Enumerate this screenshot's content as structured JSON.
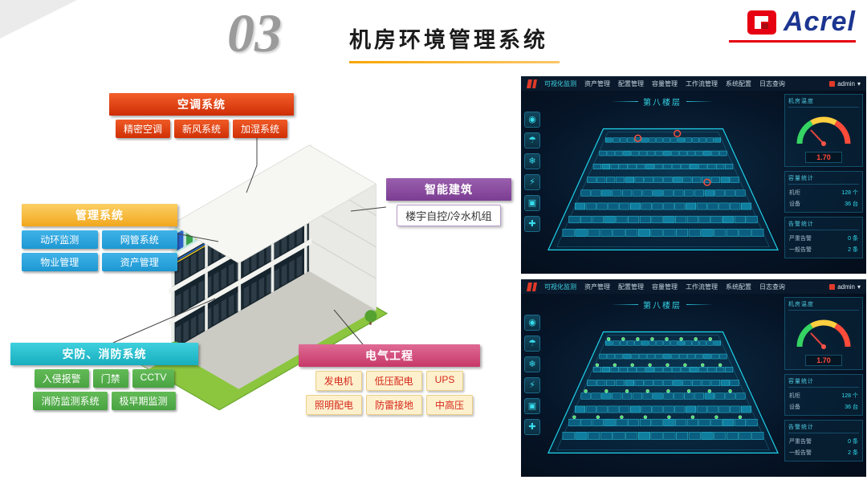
{
  "slide": {
    "section_number": "03",
    "title": "机房环境管理系统"
  },
  "logo": {
    "brand": "Acrel"
  },
  "callouts": {
    "hvac": {
      "title": "空调系统",
      "items": [
        "精密空调",
        "新风系统",
        "加湿系统"
      ]
    },
    "management": {
      "title": "管理系统",
      "items": [
        "动环监测",
        "网管系统",
        "物业管理",
        "资产管理"
      ]
    },
    "smart_building": {
      "title": "智能建筑",
      "items": [
        "楼宇自控/冷水机组"
      ]
    },
    "security_fire": {
      "title": "安防、消防系统",
      "items": [
        "入侵报警",
        "门禁",
        "CCTV",
        "消防监测系统",
        "极早期监测"
      ]
    },
    "electrical": {
      "title": "电气工程",
      "items": [
        "发电机",
        "低压配电",
        "UPS",
        "照明配电",
        "防雷接地",
        "中高压"
      ]
    }
  },
  "colors": {
    "hvac_red": "#d93a0e",
    "management_yellow": "#f6b93b",
    "management_item_blue": "#2aa7dd",
    "smart_purple": "#8a4d9e",
    "security_cyan": "#29c4d5",
    "security_item_green": "#57b14d",
    "electrical_pink": "#d5487e",
    "electrical_item_cream": "#fdf0cd",
    "title_underline_orange": "#f5a100",
    "brand_blue": "#1c3591",
    "brand_red": "#e60012",
    "dashboard_accent_cyan": "#2fd8f0"
  },
  "sidebar_icons": [
    {
      "name": "temperature-icon",
      "glyph": "◉"
    },
    {
      "name": "humidity-icon",
      "glyph": "☂"
    },
    {
      "name": "cooling-icon",
      "glyph": "❄"
    },
    {
      "name": "power-icon",
      "glyph": "⚡"
    },
    {
      "name": "security-icon",
      "glyph": "▣"
    },
    {
      "name": "capacity-icon",
      "glyph": "✚"
    }
  ],
  "dashboards": [
    {
      "nav": [
        "可视化监测",
        "资产管理",
        "配置管理",
        "容量管理",
        "工作流管理",
        "系统配置",
        "日志查询"
      ],
      "user": "admin",
      "floor_title": "第八楼层",
      "gauge": {
        "title": "机房温度",
        "value": "1.70"
      },
      "stats": {
        "title": "容量统计",
        "rows": [
          {
            "label": "机柜",
            "value": "128 个"
          },
          {
            "label": "设备",
            "value": "36 台"
          }
        ]
      },
      "alarms": {
        "title": "告警统计",
        "rows": [
          {
            "label": "严重告警",
            "value": "0 条"
          },
          {
            "label": "一般告警",
            "value": "2 条"
          }
        ]
      },
      "marker_style": "alert-rings"
    },
    {
      "nav": [
        "可视化监测",
        "资产管理",
        "配置管理",
        "容量管理",
        "工作流管理",
        "系统配置",
        "日志查询"
      ],
      "user": "admin",
      "floor_title": "第八楼层",
      "gauge": {
        "title": "机房温度",
        "value": "1.70"
      },
      "stats": {
        "title": "容量统计",
        "rows": [
          {
            "label": "机柜",
            "value": "128 个"
          },
          {
            "label": "设备",
            "value": "36 台"
          }
        ]
      },
      "alarms": {
        "title": "告警统计",
        "rows": [
          {
            "label": "严重告警",
            "value": "0 条"
          },
          {
            "label": "一般告警",
            "value": "2 条"
          }
        ]
      },
      "marker_style": "device-dots"
    }
  ]
}
